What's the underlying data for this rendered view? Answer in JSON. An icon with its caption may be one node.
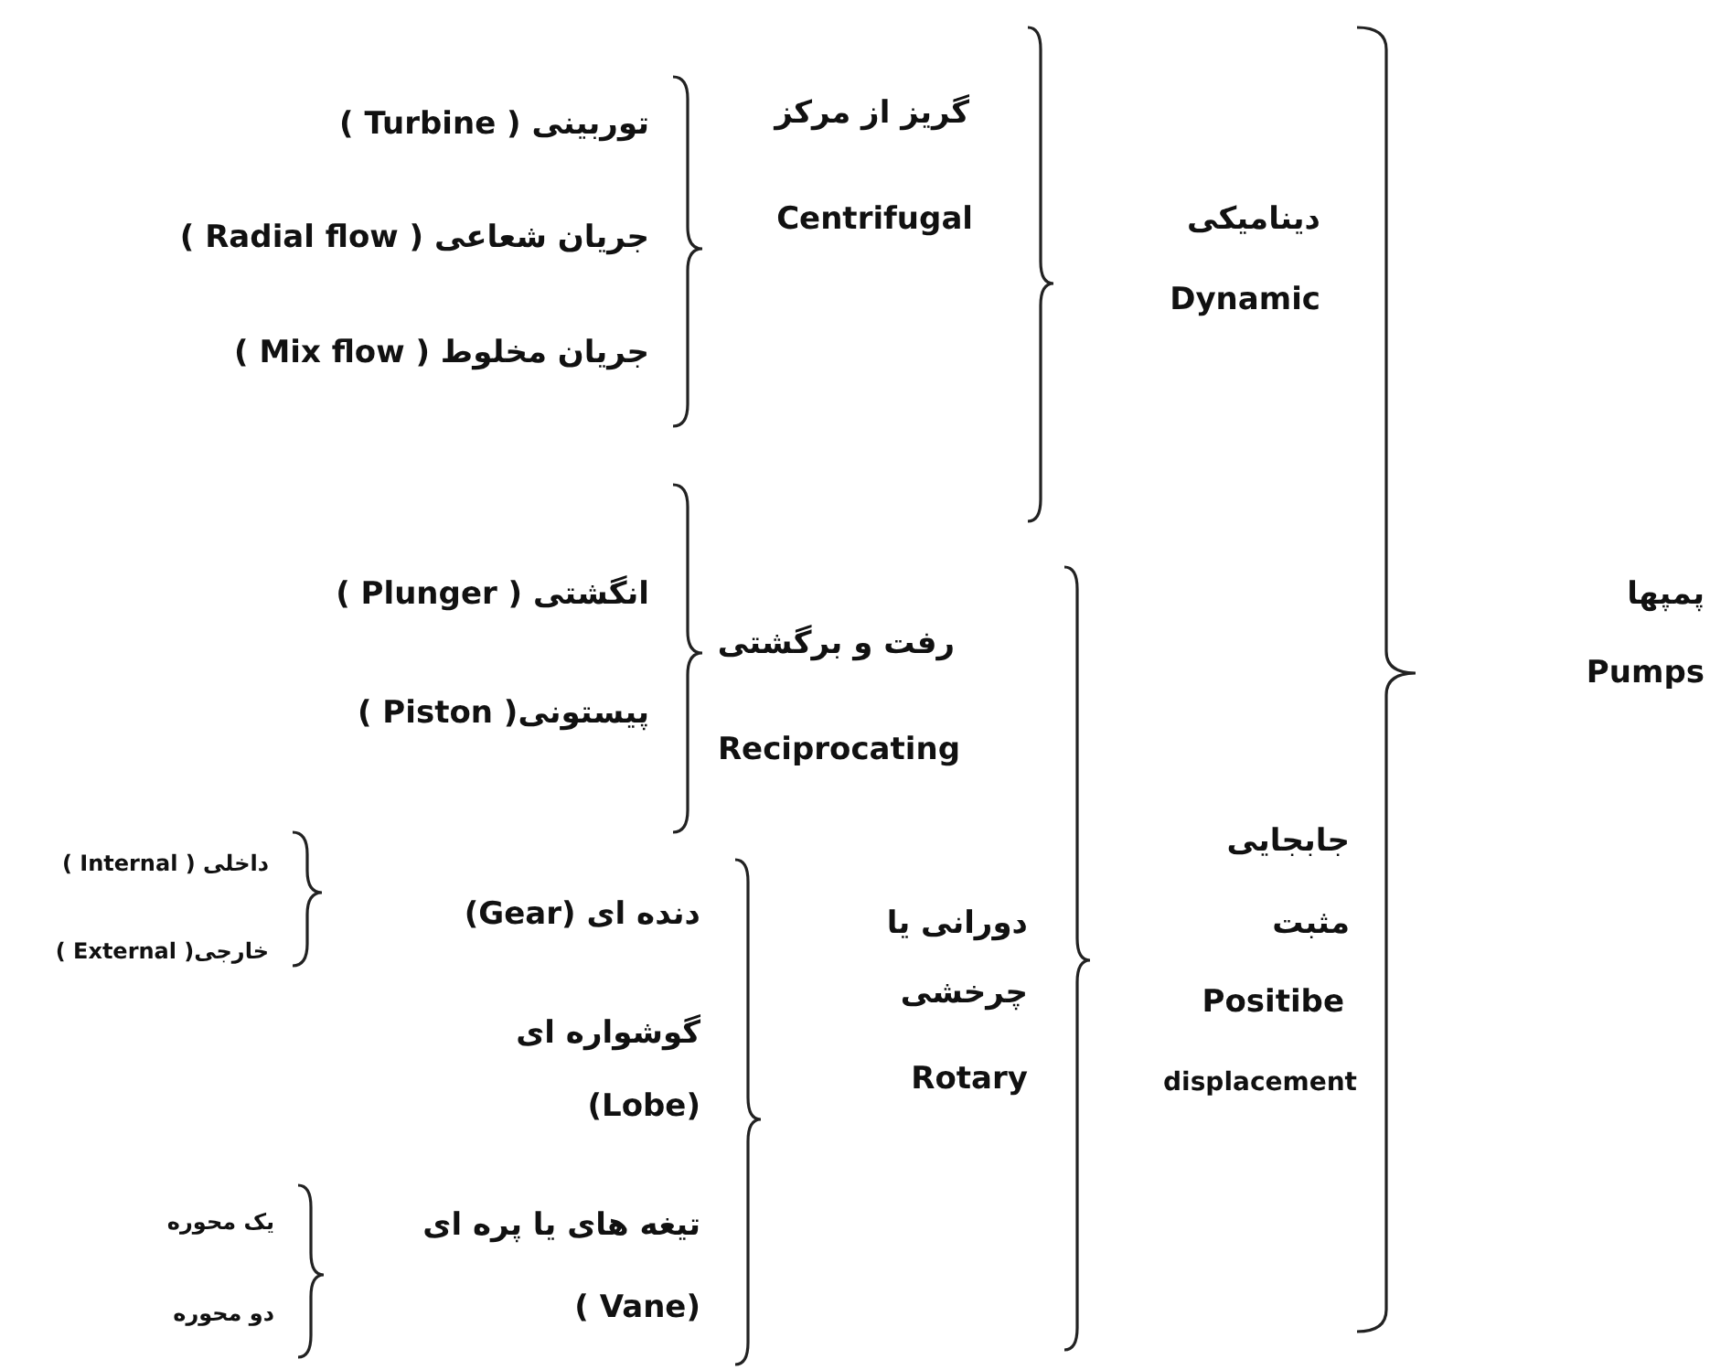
{
  "diagram": {
    "labels": [
      "گریز از مرکز",
      "Centrifugal",
      "دینامیکی",
      "Dynamic",
      "توربینی ( Turbine )",
      "جریان شعاعی ( Radial flow )",
      "جریان مخلوط ( Mix flow )",
      "پمپها",
      "Pumps",
      "انگشتی ( Plunger )",
      "رفت و برگشتی",
      "پیستونی( Piston )",
      "Reciprocating",
      "داخلی ( Internal )",
      "جابجایی مثبت",
      "دنده ای (Gear)",
      "دورانی یا چرخشی",
      "خارجی( External )",
      "Rotary",
      "Positibe",
      "گوشواره ای",
      "displacement",
      "(Lobe)",
      "یک محوره",
      "تیغه های یا پره ای",
      "دو محوره",
      "(Vane )"
    ]
  }
}
